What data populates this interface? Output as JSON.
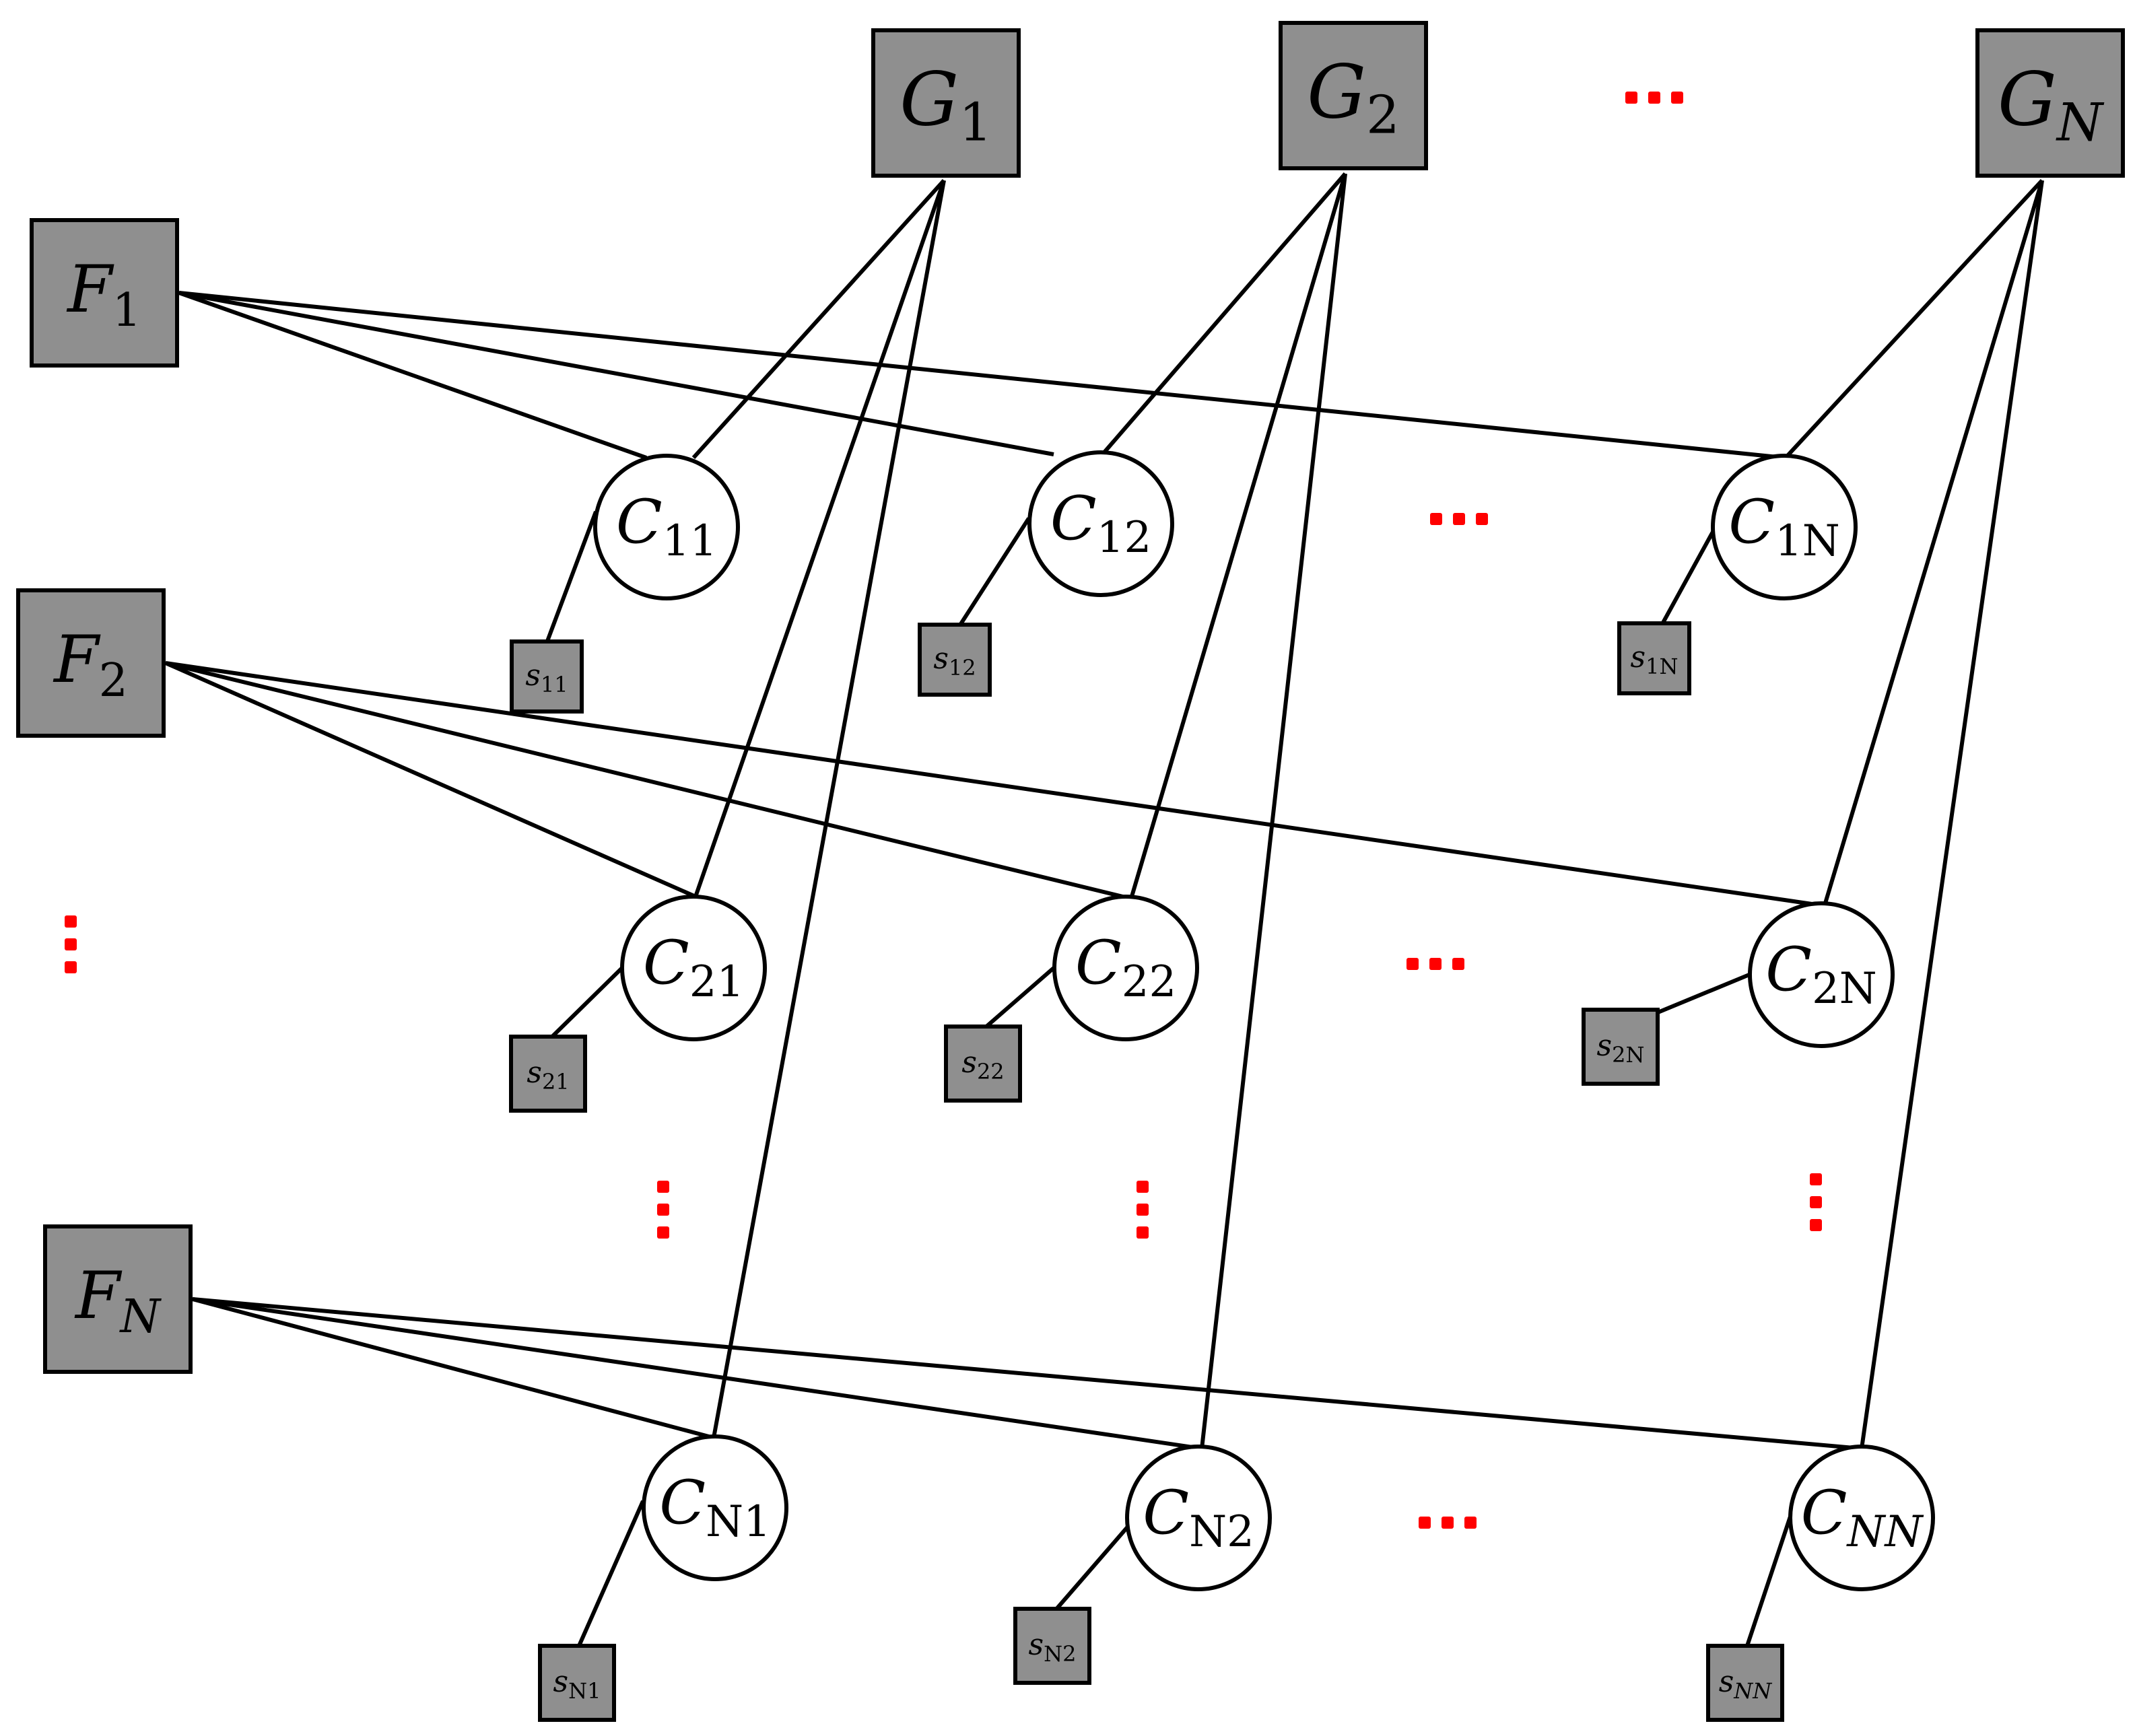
{
  "colors": {
    "factor_fill": "#8f8f8f",
    "variable_fill": "#ffffff",
    "stroke": "#000000",
    "ellipsis": "#ff0000"
  },
  "G": [
    {
      "id": "G1",
      "letter": "G",
      "sub": "1"
    },
    {
      "id": "G2",
      "letter": "G",
      "sub": "2"
    },
    {
      "id": "GN",
      "letter": "G",
      "sub": "N"
    }
  ],
  "F": [
    {
      "id": "F1",
      "letter": "F",
      "sub": "1"
    },
    {
      "id": "F2",
      "letter": "F",
      "sub": "2"
    },
    {
      "id": "FN",
      "letter": "F",
      "sub": "N"
    }
  ],
  "C": [
    {
      "id": "C11",
      "letter": "C",
      "sub": "11"
    },
    {
      "id": "C12",
      "letter": "C",
      "sub": "12"
    },
    {
      "id": "C1N",
      "letter": "C",
      "sub": "1N"
    },
    {
      "id": "C21",
      "letter": "C",
      "sub": "21"
    },
    {
      "id": "C22",
      "letter": "C",
      "sub": "22"
    },
    {
      "id": "C2N",
      "letter": "C",
      "sub": "2N"
    },
    {
      "id": "CN1",
      "letter": "C",
      "sub": "N1"
    },
    {
      "id": "CN2",
      "letter": "C",
      "sub": "N2"
    },
    {
      "id": "CNN",
      "letter": "C",
      "sub": "NN"
    }
  ],
  "S": [
    {
      "id": "s11",
      "letter": "s",
      "sub": "11"
    },
    {
      "id": "s12",
      "letter": "s",
      "sub": "12"
    },
    {
      "id": "s1N",
      "letter": "s",
      "sub": "1N"
    },
    {
      "id": "s21",
      "letter": "s",
      "sub": "21"
    },
    {
      "id": "s22",
      "letter": "s",
      "sub": "22"
    },
    {
      "id": "s2N",
      "letter": "s",
      "sub": "2N"
    },
    {
      "id": "sN1",
      "letter": "s",
      "sub": "N1"
    },
    {
      "id": "sN2",
      "letter": "s",
      "sub": "N2"
    },
    {
      "id": "sNN",
      "letter": "s",
      "sub": "NN"
    }
  ],
  "edges": [
    [
      "F1",
      "C11"
    ],
    [
      "F1",
      "C12"
    ],
    [
      "F1",
      "C1N"
    ],
    [
      "F2",
      "C21"
    ],
    [
      "F2",
      "C22"
    ],
    [
      "F2",
      "C2N"
    ],
    [
      "FN",
      "CN1"
    ],
    [
      "FN",
      "CN2"
    ],
    [
      "FN",
      "CNN"
    ],
    [
      "G1",
      "C11"
    ],
    [
      "G1",
      "C21"
    ],
    [
      "G1",
      "CN1"
    ],
    [
      "G2",
      "C12"
    ],
    [
      "G2",
      "C22"
    ],
    [
      "G2",
      "CN2"
    ],
    [
      "GN",
      "C1N"
    ],
    [
      "GN",
      "C2N"
    ],
    [
      "GN",
      "CNN"
    ],
    [
      "C11",
      "s11"
    ],
    [
      "C12",
      "s12"
    ],
    [
      "C1N",
      "s1N"
    ],
    [
      "C21",
      "s21"
    ],
    [
      "C22",
      "s22"
    ],
    [
      "C2N",
      "s2N"
    ],
    [
      "CN1",
      "sN1"
    ],
    [
      "CN2",
      "sN2"
    ],
    [
      "CNN",
      "sNN"
    ]
  ],
  "ellipses": [
    {
      "id": "g-row",
      "orientation": "horizontal"
    },
    {
      "id": "row-1",
      "orientation": "horizontal"
    },
    {
      "id": "row-2",
      "orientation": "horizontal"
    },
    {
      "id": "row-N",
      "orientation": "horizontal"
    },
    {
      "id": "f-col",
      "orientation": "vertical"
    },
    {
      "id": "col-1",
      "orientation": "vertical"
    },
    {
      "id": "col-2",
      "orientation": "vertical"
    },
    {
      "id": "col-N",
      "orientation": "vertical"
    }
  ]
}
